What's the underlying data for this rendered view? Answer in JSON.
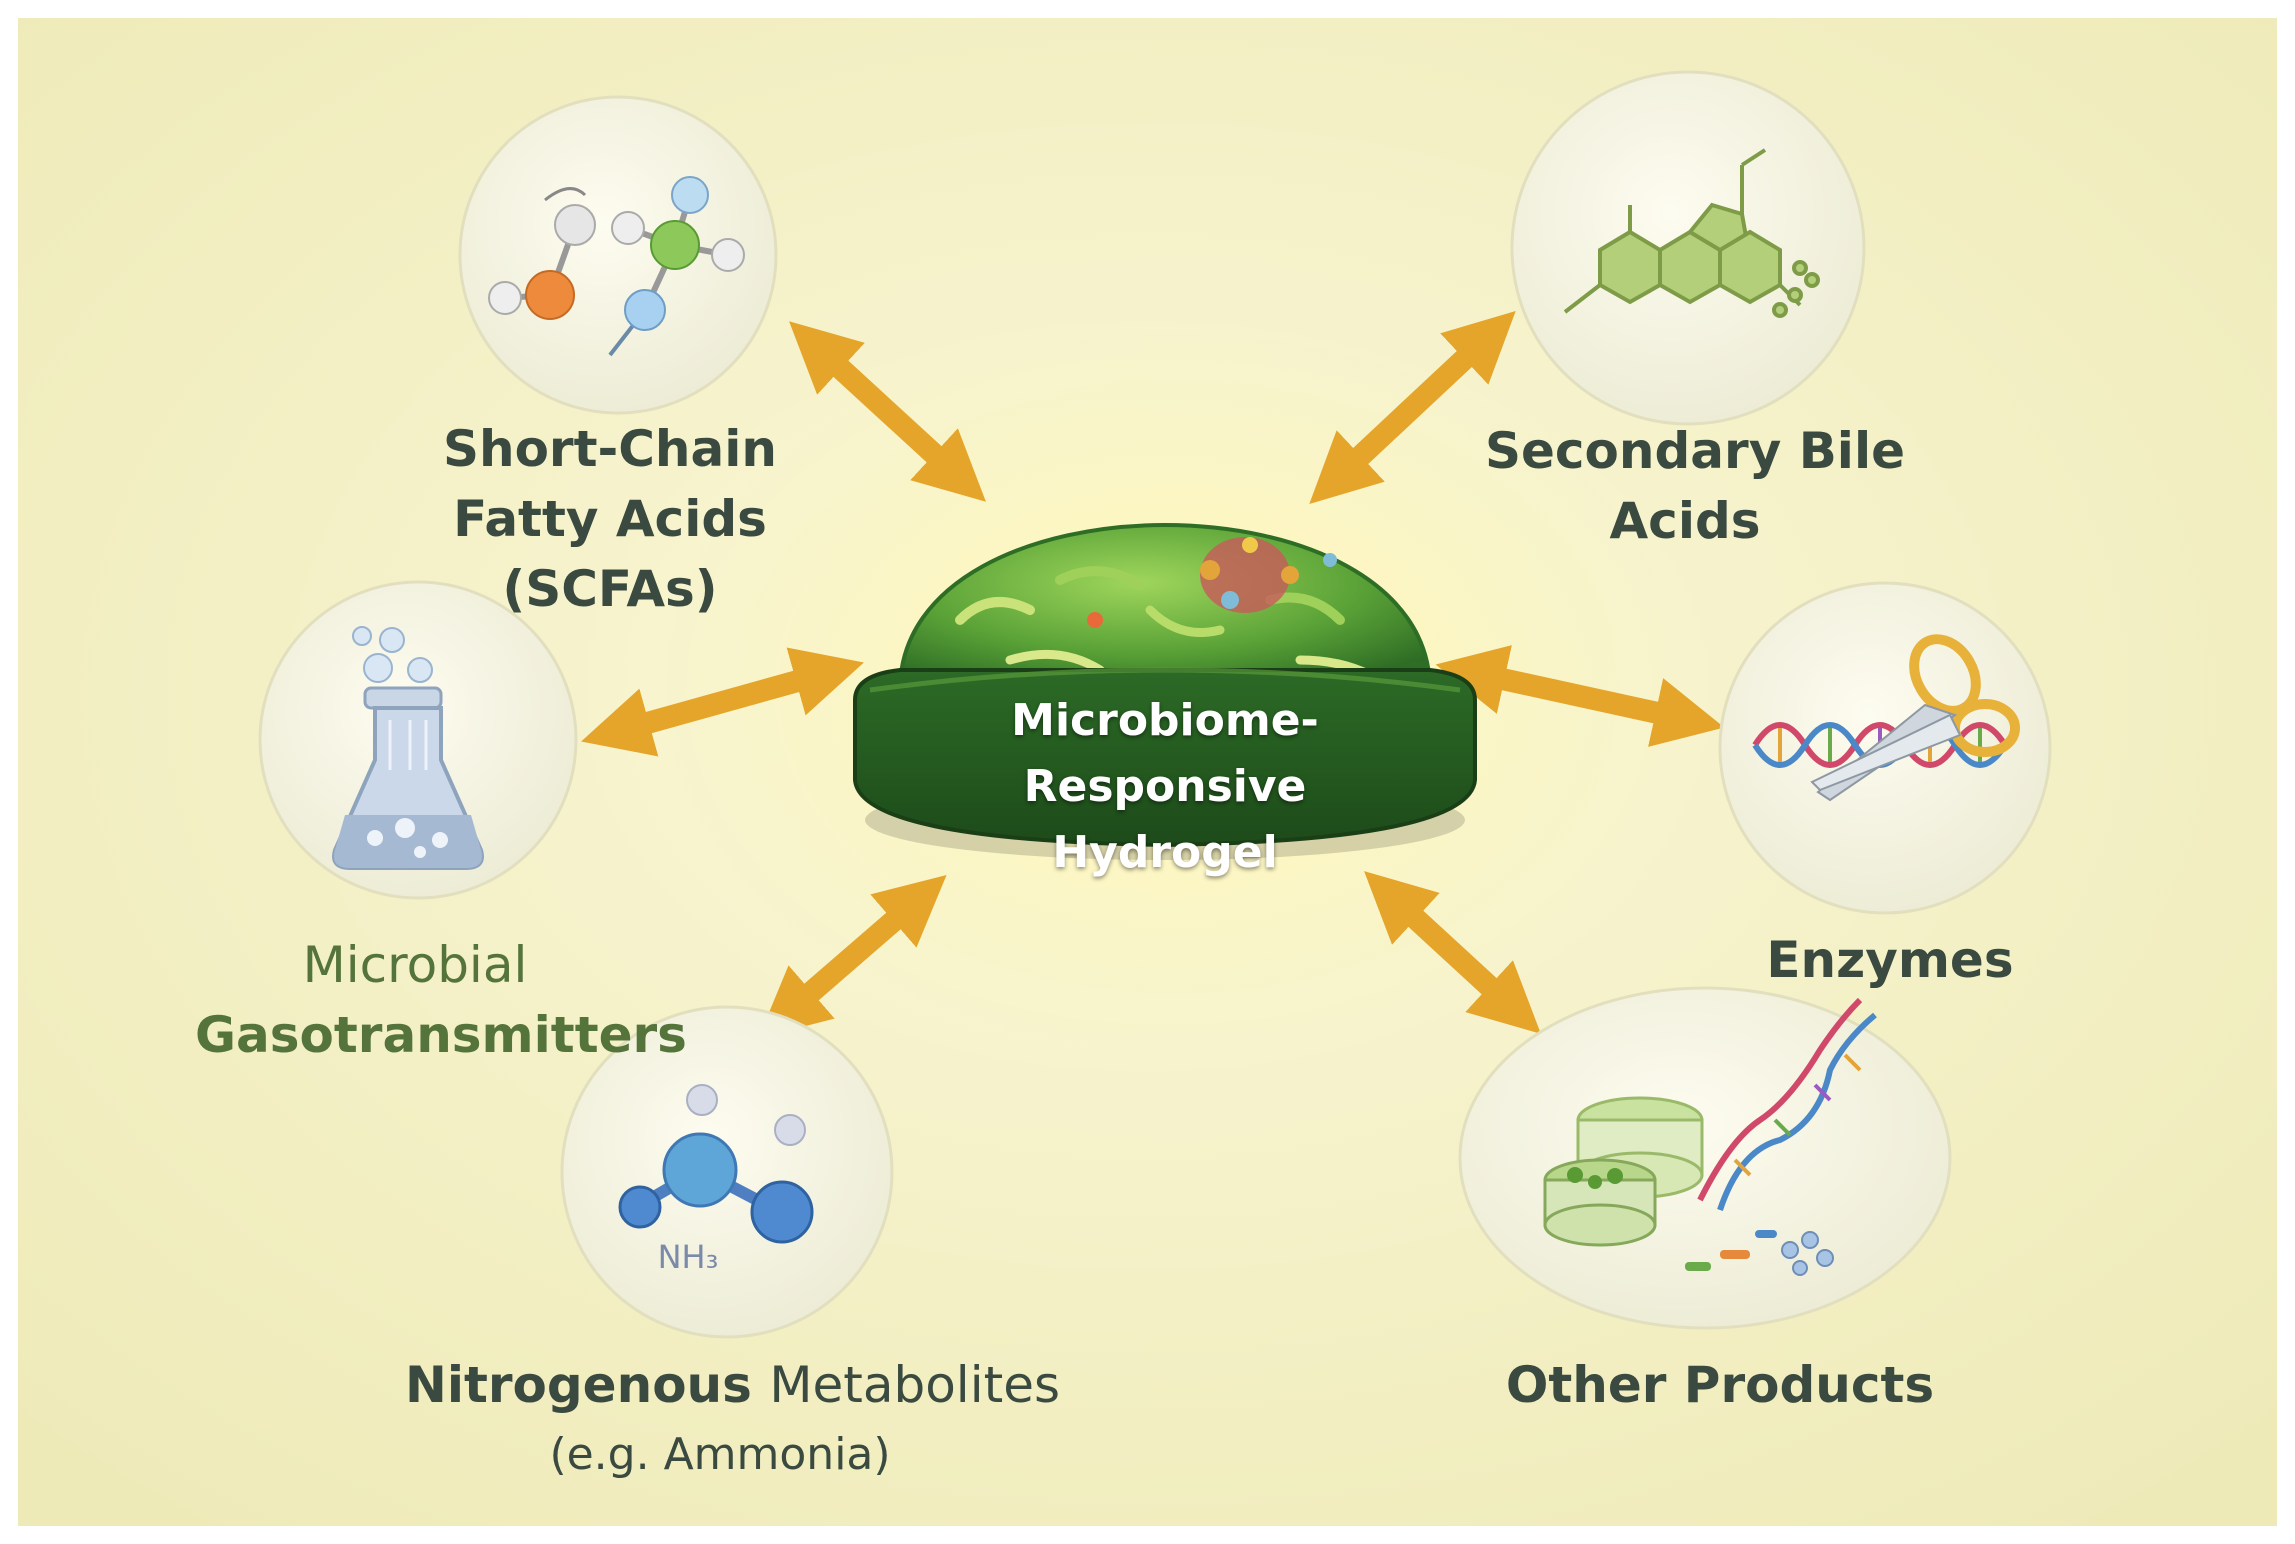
{
  "hub": {
    "line1": "Microbiome-Responsive",
    "line2": "Hydrogel"
  },
  "nodes": {
    "scfa": {
      "line1": "Short-Chain",
      "line2": "Fatty Acids",
      "line3": "(SCFAs)",
      "icon": "molecule-icon"
    },
    "bile": {
      "line1": "Secondary Bile",
      "line2": "Acids",
      "icon": "steroid-structure-icon"
    },
    "gaso": {
      "line1": "Microbial",
      "line2": "Gasotransmitters",
      "icon": "flask-icon"
    },
    "enzymes": {
      "line1": "Enzymes",
      "icon": "scissors-dna-icon"
    },
    "nitro": {
      "line1_bold": "Nitrogenous",
      "line1_normal": "Metabolites",
      "line2": "(e.g. Ammonia)",
      "formula": "NH₃",
      "icon": "ammonia-molecule-icon"
    },
    "other": {
      "line1": "Other Products",
      "icon": "petri-dish-dna-icon"
    }
  },
  "colors": {
    "background": "#f7f3c8",
    "arrow": "#e4a52a",
    "hub_dark": "#2f6b2a",
    "hub_light": "#7cc04a",
    "label_dark": "#3a4a40",
    "label_green": "#55743c"
  }
}
